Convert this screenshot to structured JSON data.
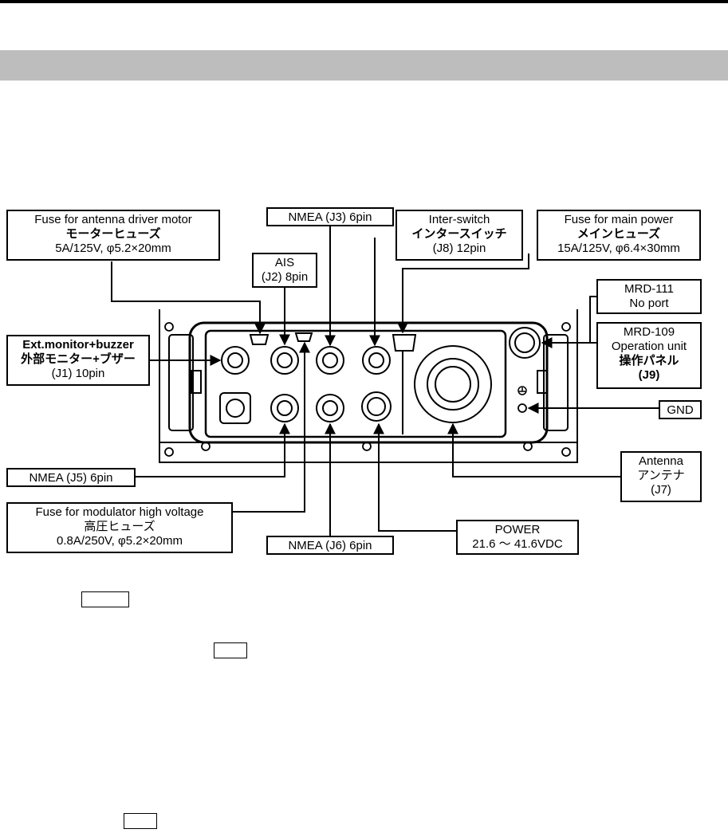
{
  "labels": {
    "fuse_motor": [
      "Fuse for antenna driver motor",
      "モーターヒューズ",
      "5A/125V, φ5.2×20mm"
    ],
    "nmea_j3": "NMEA (J3) 6pin",
    "inter_switch": [
      "Inter-switch",
      "インタースイッチ",
      "(J8) 12pin"
    ],
    "fuse_main": [
      "Fuse for main power",
      "メインヒューズ",
      "15A/125V, φ6.4×30mm"
    ],
    "ais": [
      "AIS",
      "(J2) 8pin"
    ],
    "mrd111": [
      "MRD-111",
      "No port"
    ],
    "mrd109": [
      "MRD-109",
      "Operation unit",
      "操作パネル",
      "(J9)"
    ],
    "ext_monitor": [
      "Ext.monitor+buzzer",
      "外部モニター+ブザー",
      "(J1) 10pin"
    ],
    "gnd": "GND",
    "nmea_j5": "NMEA (J5) 6pin",
    "antenna": [
      "Antenna",
      "アンテナ",
      "(J7)"
    ],
    "fuse_modulator": [
      "Fuse for modulator high voltage",
      "高圧ヒューズ",
      "0.8A/250V, φ5.2×20mm"
    ],
    "nmea_j6": "NMEA (J6) 6pin",
    "power": [
      "POWER",
      "21.6 ～ 41.6VDC"
    ]
  }
}
